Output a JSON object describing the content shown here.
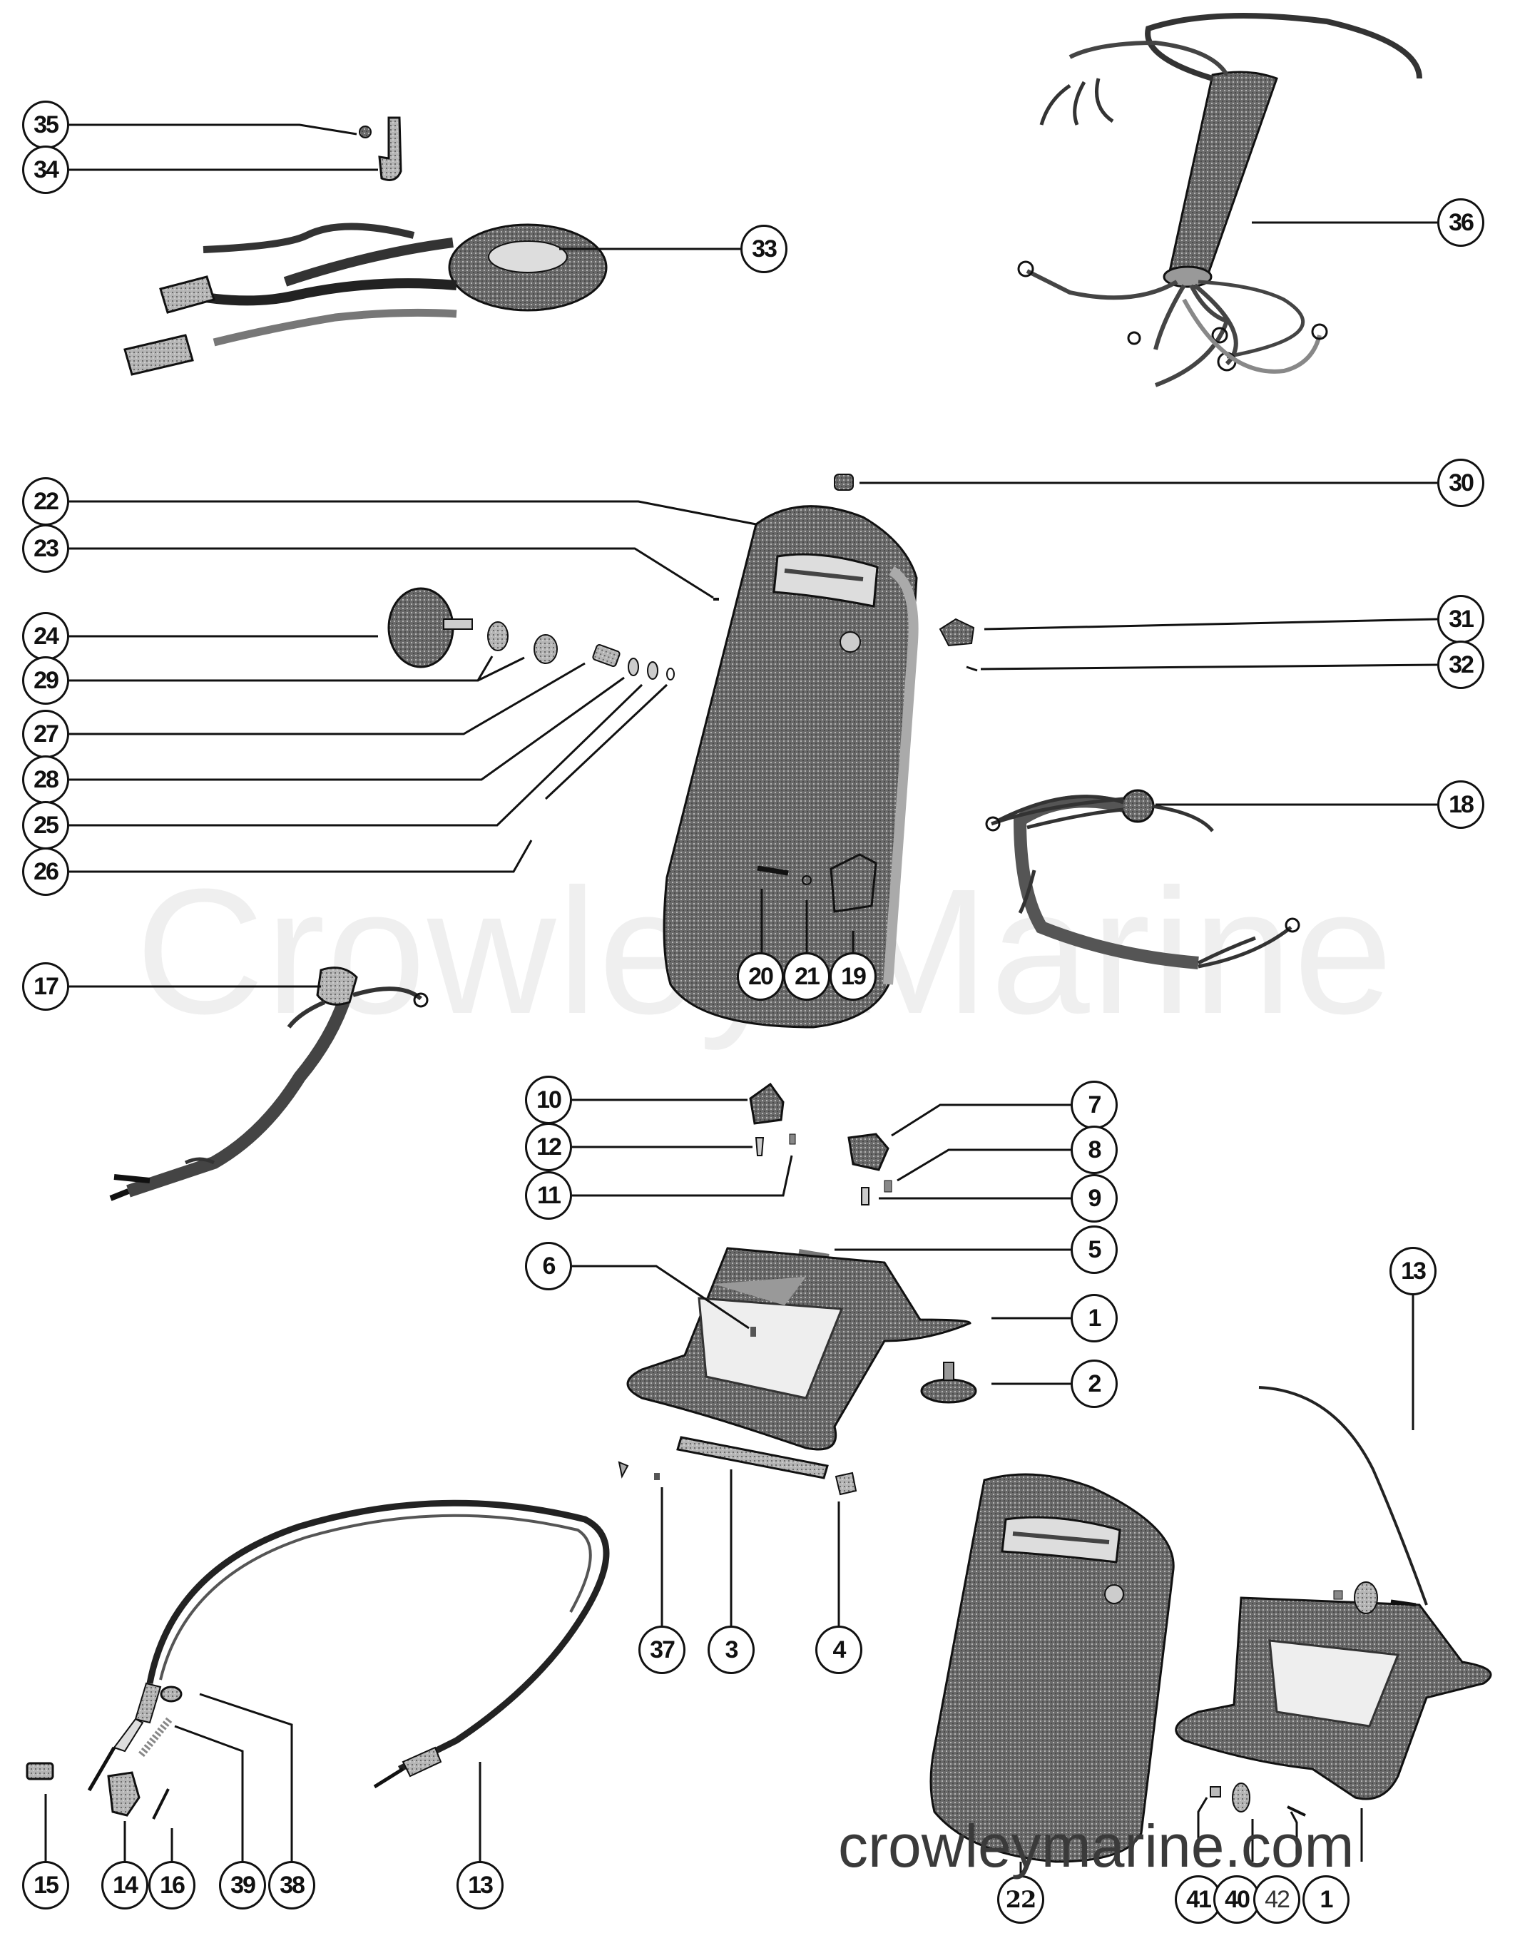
{
  "diagram": {
    "type": "exploded-parts-diagram",
    "subject": "Remote control / foot pedal assembly, wiring harnesses and cable",
    "watermark_center": "Crowley Marine",
    "watermark_url": "crowleymarine.com"
  },
  "callouts": [
    {
      "id": "35",
      "label": "35",
      "part": "screw"
    },
    {
      "id": "34",
      "label": "34",
      "part": "clamp"
    },
    {
      "id": "33",
      "label": "33",
      "part": "battery-cable-reel-with-clips"
    },
    {
      "id": "36",
      "label": "36",
      "part": "main-wiring-harness"
    },
    {
      "id": "30",
      "label": "30",
      "part": "grommet"
    },
    {
      "id": "22a",
      "label": "22",
      "part": "foot-pedal-cover"
    },
    {
      "id": "23",
      "label": "23",
      "part": "pin"
    },
    {
      "id": "24",
      "label": "24",
      "part": "rheostat"
    },
    {
      "id": "29",
      "label": "29",
      "part": "knob-and-bushing"
    },
    {
      "id": "27",
      "label": "27",
      "part": "spacer"
    },
    {
      "id": "28",
      "label": "28",
      "part": "washer"
    },
    {
      "id": "25",
      "label": "25",
      "part": "lock-washer"
    },
    {
      "id": "26",
      "label": "26",
      "part": "nut"
    },
    {
      "id": "31",
      "label": "31",
      "part": "switch"
    },
    {
      "id": "32",
      "label": "32",
      "part": "screw"
    },
    {
      "id": "18",
      "label": "18",
      "part": "pedal-wiring-harness"
    },
    {
      "id": "20",
      "label": "20",
      "part": "screw"
    },
    {
      "id": "21",
      "label": "21",
      "part": "nut"
    },
    {
      "id": "19",
      "label": "19",
      "part": "micro-switch"
    },
    {
      "id": "17",
      "label": "17",
      "part": "wiring-harness"
    },
    {
      "id": "10",
      "label": "10",
      "part": "cable-clamp"
    },
    {
      "id": "12",
      "label": "12",
      "part": "screw"
    },
    {
      "id": "11",
      "label": "11",
      "part": "nut"
    },
    {
      "id": "7",
      "label": "7",
      "part": "clamp"
    },
    {
      "id": "8",
      "label": "8",
      "part": "nut"
    },
    {
      "id": "9",
      "label": "9",
      "part": "screw"
    },
    {
      "id": "5",
      "label": "5",
      "part": "pin"
    },
    {
      "id": "6",
      "label": "6",
      "part": "screw"
    },
    {
      "id": "1a",
      "label": "1",
      "part": "pedal-base"
    },
    {
      "id": "2",
      "label": "2",
      "part": "rubber-foot"
    },
    {
      "id": "13a",
      "label": "13",
      "part": "steering-cable"
    },
    {
      "id": "37",
      "label": "37",
      "part": "screw"
    },
    {
      "id": "3",
      "label": "3",
      "part": "hinge-rod"
    },
    {
      "id": "4",
      "label": "4",
      "part": "cap"
    },
    {
      "id": "15",
      "label": "15",
      "part": "sleeve"
    },
    {
      "id": "14",
      "label": "14",
      "part": "clip"
    },
    {
      "id": "16",
      "label": "16",
      "part": "cotter-pin"
    },
    {
      "id": "39",
      "label": "39",
      "part": "spring"
    },
    {
      "id": "38",
      "label": "38",
      "part": "washer"
    },
    {
      "id": "13b",
      "label": "13",
      "part": "steering-cable"
    },
    {
      "id": "22b",
      "label": "22",
      "part": "foot-pedal-cover"
    },
    {
      "id": "41",
      "label": "41",
      "part": "nut"
    },
    {
      "id": "40",
      "label": "40",
      "part": "washer"
    },
    {
      "id": "42",
      "label": "42",
      "part": "screw"
    },
    {
      "id": "1b",
      "label": "1",
      "part": "pedal-base"
    }
  ],
  "colors": {
    "line": "#111111",
    "part_shade": "#555555",
    "part_light": "#bbbbbb",
    "watermark_light": "#efefef",
    "watermark_dark": "#3a3a3a"
  }
}
